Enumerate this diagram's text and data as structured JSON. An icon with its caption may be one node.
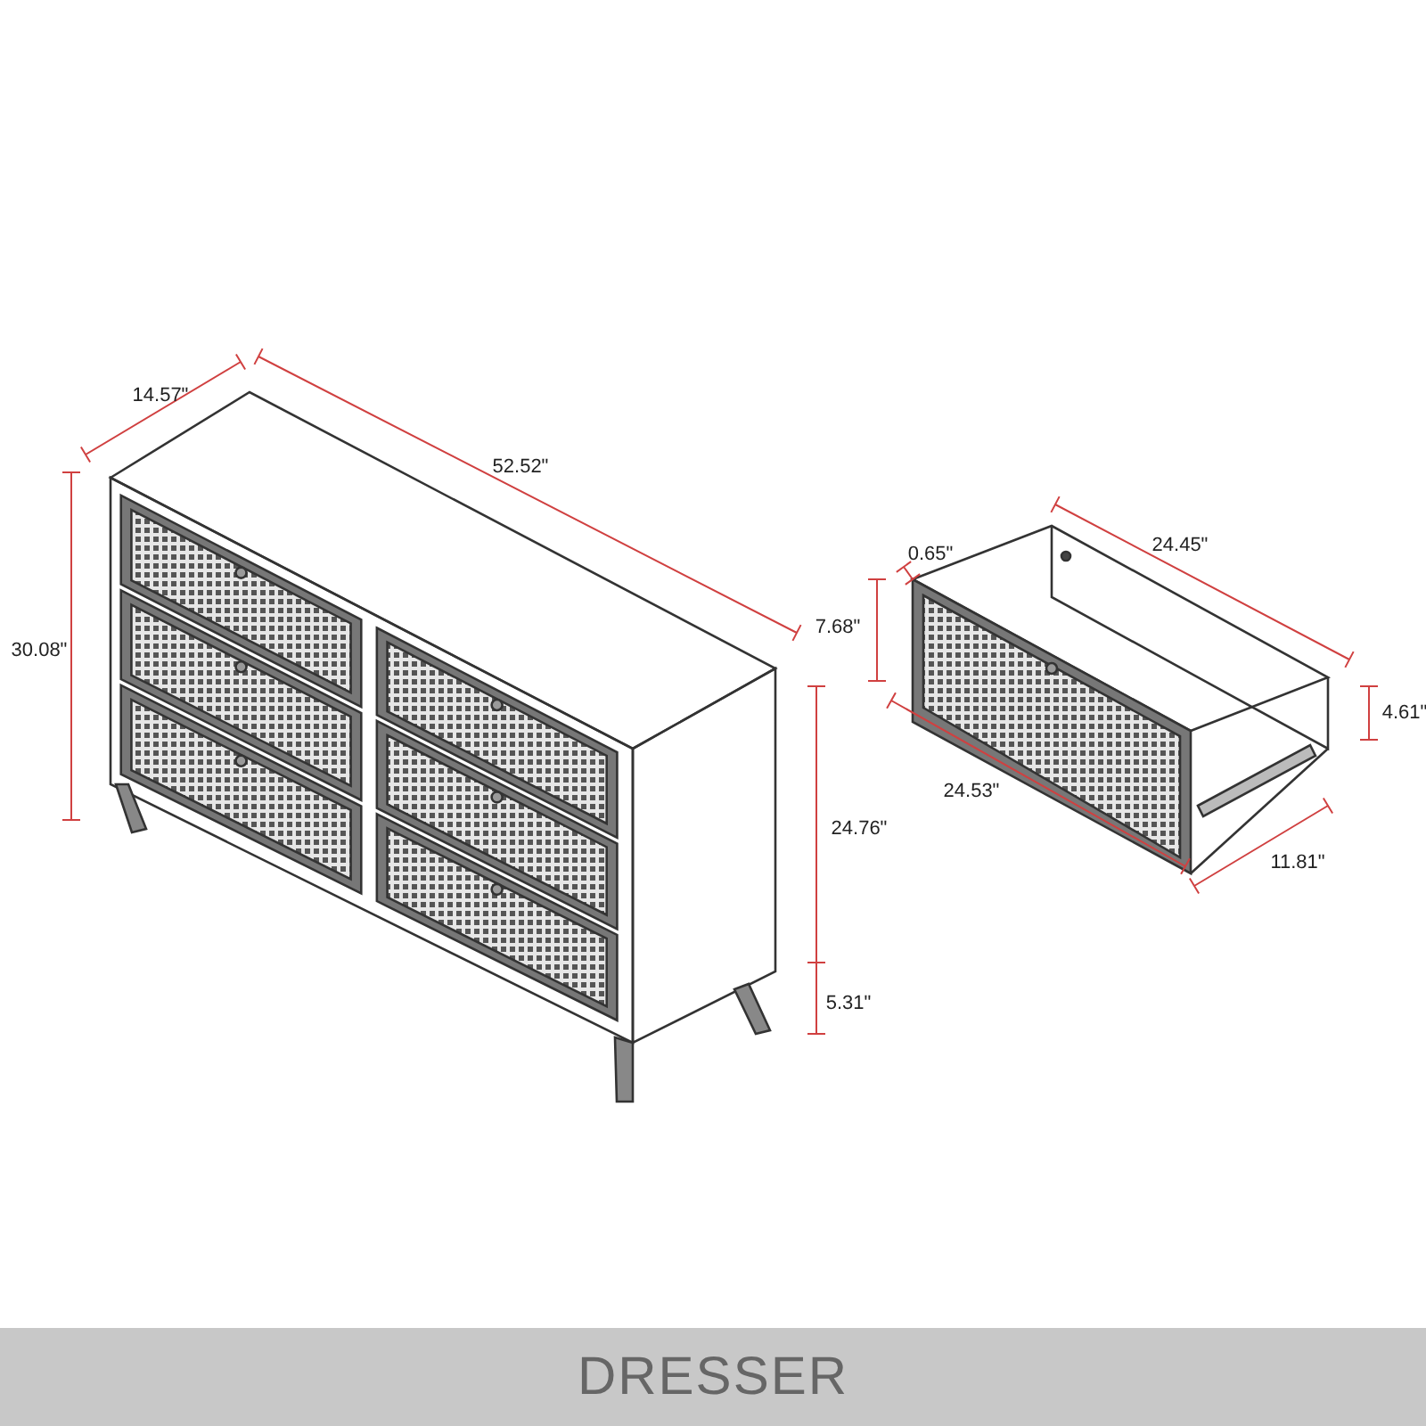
{
  "diagram": {
    "caption": "DRESSER",
    "labels": [
      "14.57\"",
      "52.52\"",
      "30.08\"",
      "24.76\"",
      "5.31\"",
      "0.65\"",
      "24.45\"",
      "7.68\"",
      "4.61\"",
      "24.53\"",
      "11.81\""
    ]
  }
}
